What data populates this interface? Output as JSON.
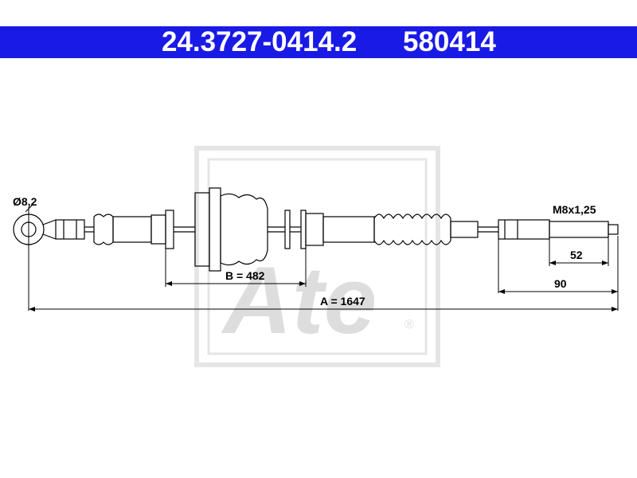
{
  "header": {
    "article_number": "24.3727-0414.2",
    "reference_number": "580414",
    "background_color": "#1a1ae6",
    "text_color": "#ffffff"
  },
  "drawing": {
    "eye_diameter": "Ø8,2",
    "thread": "M8x1,25",
    "dim_thread_length": "52",
    "dim_end_length": "90",
    "dim_b": "B = 482",
    "dim_a": "A = 1647",
    "watermark_brand": "Ate",
    "watermark_registered": "®"
  }
}
